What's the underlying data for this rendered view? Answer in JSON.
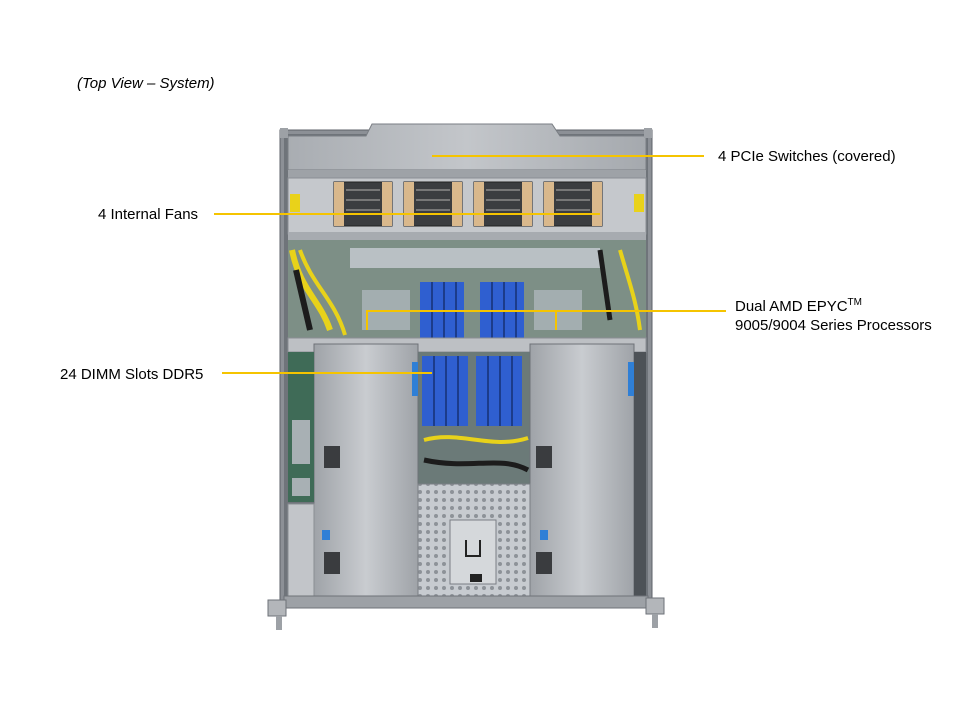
{
  "caption": "(Top View – System)",
  "callouts": {
    "pcie": {
      "text": "4 PCIe Switches (covered)"
    },
    "fans": {
      "text": "4 Internal Fans"
    },
    "cpu": {
      "line1": "Dual AMD EPYC",
      "tm": "TM",
      "line2": "9005/9004 Series Processors"
    },
    "dimm": {
      "text": "24 DIMM Slots DDR5"
    }
  },
  "colors": {
    "leader": "#f5c400",
    "chassis_metal": "#b9bcc0",
    "dimm_blue": "#2f5fd0",
    "cable_yellow": "#e8d21a"
  }
}
